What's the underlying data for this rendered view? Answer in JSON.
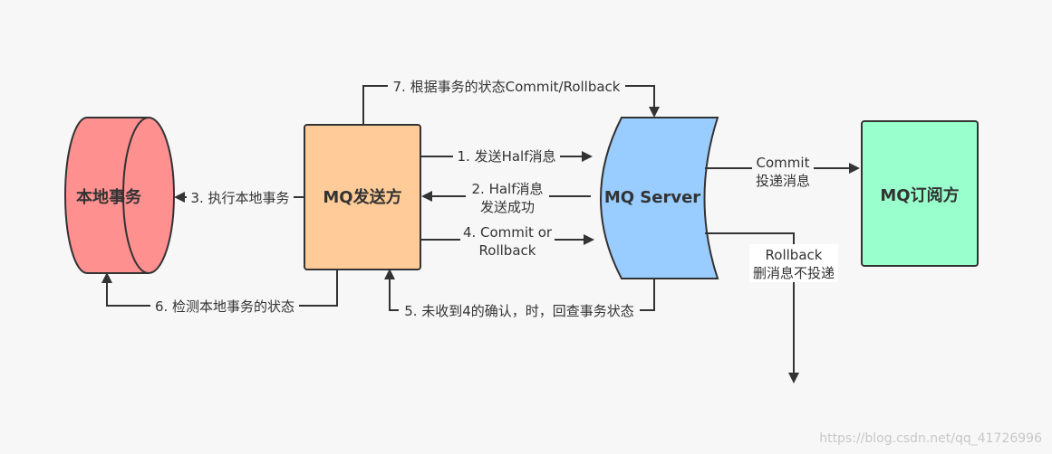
{
  "nodes": {
    "local_tx": "本地事务",
    "producer": "MQ发送方",
    "server": "MQ Server",
    "subscriber": "MQ订阅方"
  },
  "edges": {
    "step1": "1. 发送Half消息",
    "step2_line1": "2. Half消息",
    "step2_line2": "发送成功",
    "step3": "3. 执行本地事务",
    "step4_line1": "4. Commit or",
    "step4_line2": "Rollback",
    "step5": "5. 未收到4的确认，时，回查事务状态",
    "step6": "6. 检测本地事务的状态",
    "step7": "7. 根据事务的状态Commit/Rollback",
    "commit_line1": "Commit",
    "commit_line2": "投递消息",
    "rollback_line1": "Rollback",
    "rollback_line2": "删消息不投递"
  },
  "watermark": "https://blog.csdn.net/qq_41726996",
  "colors": {
    "local_tx_fill": "#ff9090",
    "producer_fill": "#ffcc99",
    "server_fill": "#99ccff",
    "subscriber_fill": "#99ffcc",
    "stroke": "#333333",
    "background": "#f7f7f7"
  }
}
